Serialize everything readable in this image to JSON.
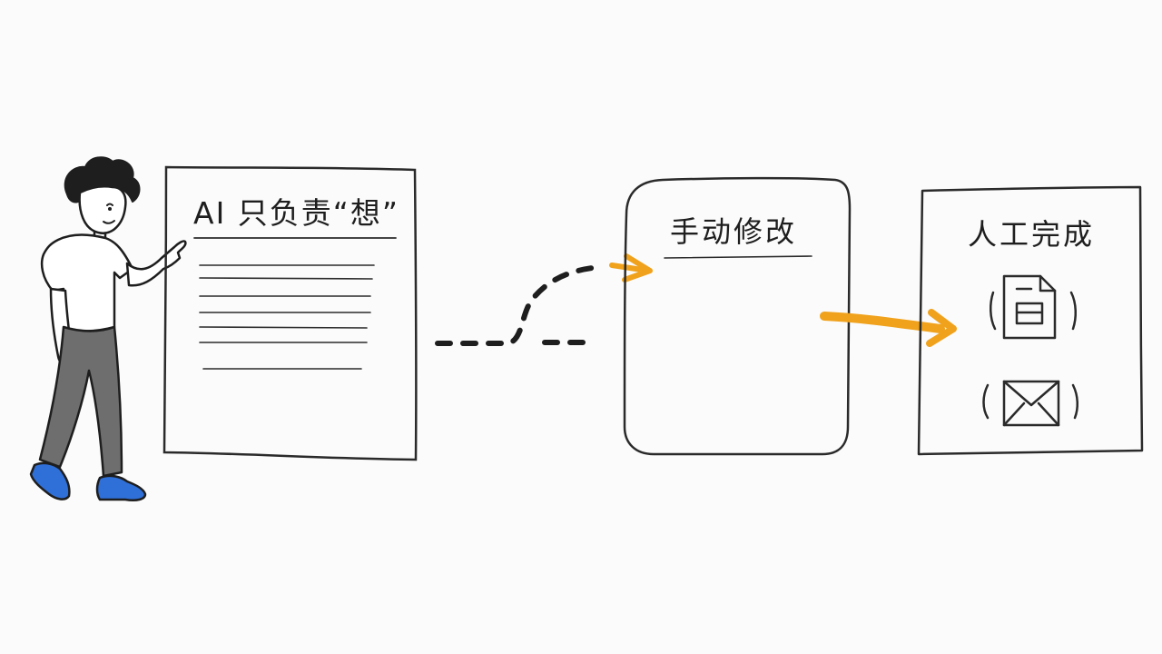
{
  "diagram": {
    "doc_panel": {
      "title": "AI 只负责“想”"
    },
    "manual_panel": {
      "title": "手动修改"
    },
    "done_panel": {
      "title": "人工完成",
      "icons": [
        "document-icon",
        "envelope-icon"
      ]
    },
    "colors": {
      "ink": "#1e1e1e",
      "accent_arrow": "#f0a21c",
      "shoe_blue": "#2f6fd8",
      "pants_grey": "#6e6e6e",
      "background": "#fbfbfb"
    }
  }
}
